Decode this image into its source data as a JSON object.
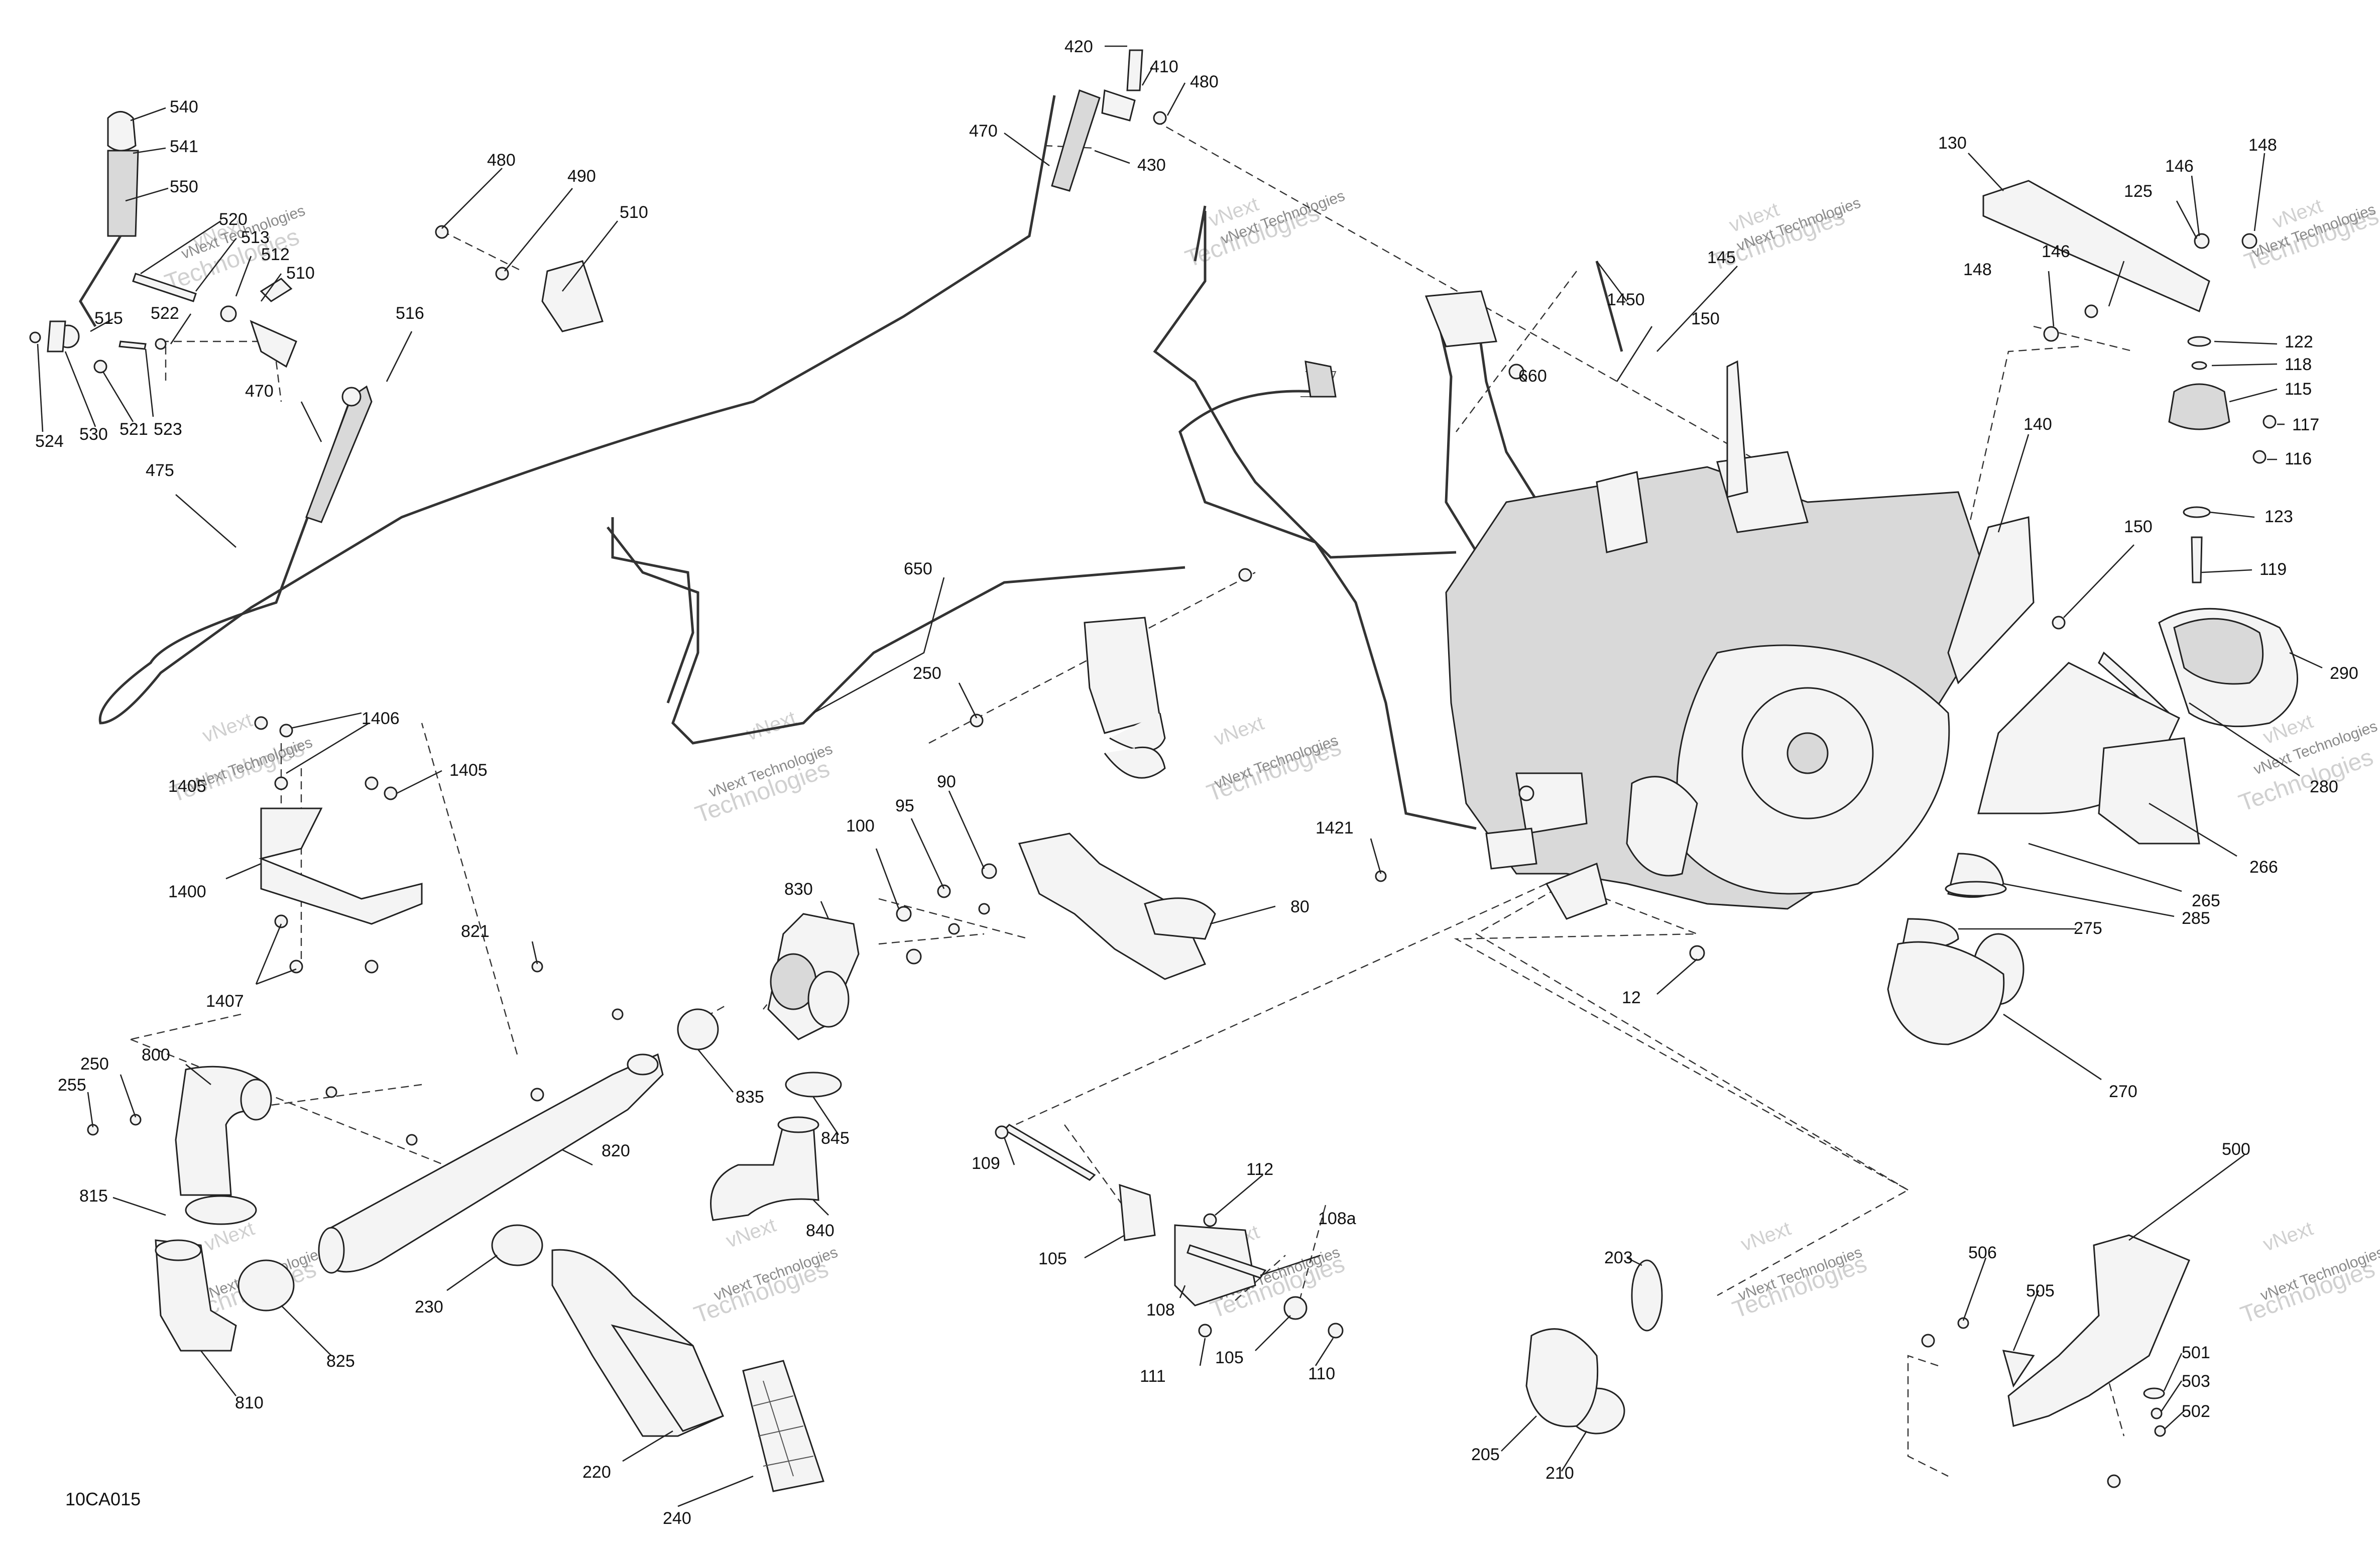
{
  "diagram_code": "10CA015",
  "watermark": {
    "line1": "vNext",
    "line2": "Technologies",
    "line3": "vNext Technologies"
  },
  "callouts": [
    {
      "n": "420"
    },
    {
      "n": "410"
    },
    {
      "n": "480"
    },
    {
      "n": "430"
    },
    {
      "n": "470"
    },
    {
      "n": "540"
    },
    {
      "n": "541"
    },
    {
      "n": "550"
    },
    {
      "n": "520"
    },
    {
      "n": "513"
    },
    {
      "n": "512"
    },
    {
      "n": "510"
    },
    {
      "n": "522"
    },
    {
      "n": "515"
    },
    {
      "n": "516"
    },
    {
      "n": "524"
    },
    {
      "n": "530"
    },
    {
      "n": "521"
    },
    {
      "n": "523"
    },
    {
      "n": "470"
    },
    {
      "n": "475"
    },
    {
      "n": "480"
    },
    {
      "n": "490"
    },
    {
      "n": "510"
    },
    {
      "n": "1450"
    },
    {
      "n": "145"
    },
    {
      "n": "150"
    },
    {
      "n": "660"
    },
    {
      "n": "130"
    },
    {
      "n": "146"
    },
    {
      "n": "148"
    },
    {
      "n": "125"
    },
    {
      "n": "146"
    },
    {
      "n": "148"
    },
    {
      "n": "122"
    },
    {
      "n": "118"
    },
    {
      "n": "115"
    },
    {
      "n": "117"
    },
    {
      "n": "116"
    },
    {
      "n": "140"
    },
    {
      "n": "123"
    },
    {
      "n": "150"
    },
    {
      "n": "119"
    },
    {
      "n": "290"
    },
    {
      "n": "280"
    },
    {
      "n": "266"
    },
    {
      "n": "265"
    },
    {
      "n": "285"
    },
    {
      "n": "275"
    },
    {
      "n": "270"
    },
    {
      "n": "650"
    },
    {
      "n": "250"
    },
    {
      "n": "1406"
    },
    {
      "n": "1405"
    },
    {
      "n": "1405"
    },
    {
      "n": "1400"
    },
    {
      "n": "1407"
    },
    {
      "n": "100"
    },
    {
      "n": "95"
    },
    {
      "n": "90"
    },
    {
      "n": "830"
    },
    {
      "n": "80"
    },
    {
      "n": "1421"
    },
    {
      "n": "12"
    },
    {
      "n": "821"
    },
    {
      "n": "250"
    },
    {
      "n": "255"
    },
    {
      "n": "800"
    },
    {
      "n": "835"
    },
    {
      "n": "845"
    },
    {
      "n": "820"
    },
    {
      "n": "840"
    },
    {
      "n": "815"
    },
    {
      "n": "825"
    },
    {
      "n": "810"
    },
    {
      "n": "230"
    },
    {
      "n": "220"
    },
    {
      "n": "240"
    },
    {
      "n": "109"
    },
    {
      "n": "112"
    },
    {
      "n": "108a"
    },
    {
      "n": "105"
    },
    {
      "n": "108"
    },
    {
      "n": "111"
    },
    {
      "n": "105"
    },
    {
      "n": "110"
    },
    {
      "n": "203"
    },
    {
      "n": "205"
    },
    {
      "n": "210"
    },
    {
      "n": "500"
    },
    {
      "n": "506"
    },
    {
      "n": "505"
    },
    {
      "n": "501"
    },
    {
      "n": "503"
    },
    {
      "n": "502"
    }
  ]
}
